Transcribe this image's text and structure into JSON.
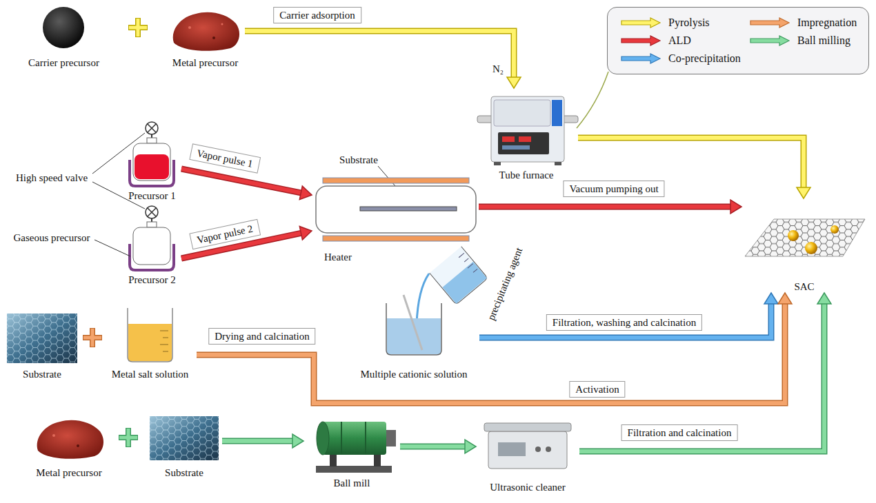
{
  "diagram": {
    "nodes": [
      {
        "text": [
          "Carrier precursor"
        ]
      },
      {
        "text": [
          "Metal precursor"
        ]
      },
      {
        "text": [
          "Tube furnace"
        ]
      },
      {
        "text": [
          "Precursor 1"
        ]
      },
      {
        "text": [
          "Precursor 2"
        ]
      },
      {
        "text": [
          "Heater"
        ]
      },
      {
        "text": [
          "Multiple cationic solution"
        ]
      },
      {
        "text": [
          "SAC"
        ]
      },
      {
        "text": [
          "Substrate"
        ]
      },
      {
        "text": [
          "Metal salt solution"
        ]
      },
      {
        "text": [
          "Metal precursor"
        ]
      },
      {
        "text": [
          "Substrate"
        ]
      },
      {
        "text": [
          "Ball mill"
        ]
      },
      {
        "text": [
          "Ultrasonic cleaner"
        ]
      }
    ],
    "edges": [
      {
        "from": 1,
        "to": 2,
        "arrow": "to",
        "label": "Carrier adsorption"
      },
      {
        "from": 2,
        "to": 7,
        "arrow": "to"
      },
      {
        "from": 3,
        "to": 5,
        "arrow": "to",
        "label": "Vapor pulse 1"
      },
      {
        "from": 4,
        "to": 5,
        "arrow": "to",
        "label": "Vapor pulse 2"
      },
      {
        "from": 5,
        "to": 7,
        "arrow": "to",
        "label": "Vacuum pumping out"
      },
      {
        "from": 6,
        "to": 7,
        "arrow": "to",
        "label": "Filtration, washing and calcination"
      },
      {
        "from": 9,
        "to": 7,
        "arrow": "to",
        "label": "Drying and calcination"
      },
      {
        "from": 11,
        "to": 12,
        "arrow": "to"
      },
      {
        "from": 12,
        "to": 13,
        "arrow": "to"
      },
      {
        "from": 13,
        "to": 7,
        "arrow": "to",
        "label": "Filtration and calcination"
      }
    ],
    "labels": [
      "N₂",
      "High speed valve",
      "Gaseous precursor",
      "Substrate",
      "precipitating agent",
      "Activation"
    ],
    "legend": [
      {
        "text": "Pyrolysis",
        "color": "#fff36b"
      },
      {
        "text": "Impregnation",
        "color": "#f4a46c"
      },
      {
        "text": "ALD",
        "color": "#e8383d"
      },
      {
        "text": "Ball milling",
        "color": "#86dca0"
      },
      {
        "text": "Co-precipitation",
        "color": "#64b2ef"
      }
    ]
  }
}
